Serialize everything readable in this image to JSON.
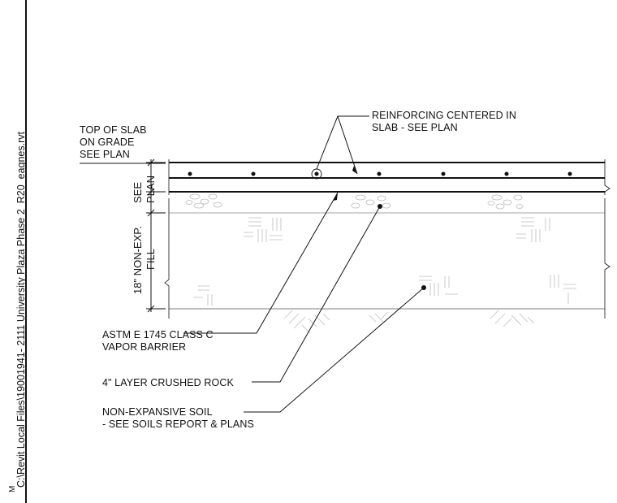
{
  "file_path": "C:\\Revit Local Files\\19001941- 2111 University Plaza Phase 2_R20_eagnes.rvt",
  "corner_mark": "M",
  "labels": {
    "top_of_slab": [
      "TOP OF SLAB",
      "ON GRADE",
      "SEE PLAN"
    ],
    "reinforcing": [
      "REINFORCING CENTERED IN",
      "SLAB - SEE PLAN"
    ],
    "vapor_barrier": [
      "ASTM E 1745 CLASS C",
      "VAPOR BARRIER"
    ],
    "crushed_rock": "4\" LAYER CRUSHED ROCK",
    "soil": [
      "NON-EXPANSIVE SOIL",
      "- SEE SOILS REPORT & PLANS"
    ]
  },
  "dimensions": {
    "slab": [
      "SEE",
      "PLAN"
    ],
    "fill": [
      "18\" NON-EXP.",
      "FILL"
    ]
  },
  "colors": {
    "line": "#111111",
    "hatch": "#bdbdbd"
  }
}
